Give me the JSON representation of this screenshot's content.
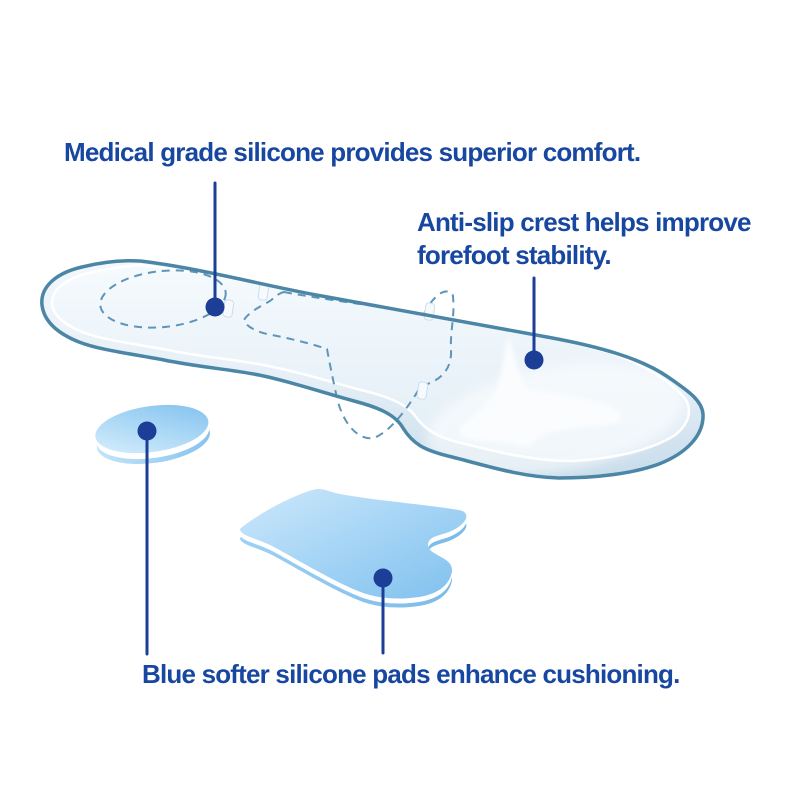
{
  "diagram": {
    "subject": "silicone-insole-feature-callouts",
    "annotations": {
      "comfort": {
        "text": "Medical grade silicone provides superior comfort."
      },
      "antislip": {
        "text": "Anti-slip crest helps improve\nforefoot stability."
      },
      "pads": {
        "text": "Blue softer silicone pads enhance cushioning."
      }
    },
    "parts": [
      "translucent-insole-body",
      "dashed-heel-pad-outline",
      "dashed-metatarsal-pad-outline",
      "anti-slip-crest",
      "blue-heel-disc-pad",
      "blue-metatarsal-pad"
    ],
    "colors": {
      "annotation_text": "#1747A0",
      "leader_line": "#1C3E97",
      "leader_dot": "#1C3E97",
      "insole_outline": "#4C86A6",
      "insole_surface": "#E8F1F8",
      "dashed_outline": "#5E95B8",
      "pad_blue": "#8CC5EF",
      "background": "#FFFFFF"
    }
  }
}
